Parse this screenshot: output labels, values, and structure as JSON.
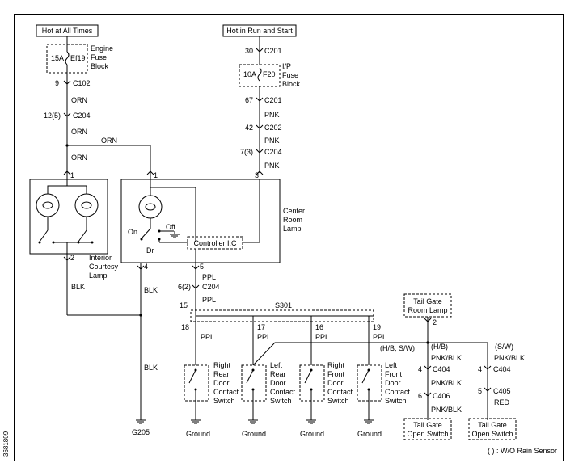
{
  "labels": {
    "hot_all_times": "Hot at All Times",
    "hot_run_start": "Hot in Run and Start",
    "fuse_ef19": "Ef19",
    "fuse_15a": "15A",
    "engine_fuse_block_1": "Engine",
    "engine_fuse_block_2": "Fuse",
    "engine_fuse_block_3": "Block",
    "fuse_f20": "F20",
    "fuse_10a": "10A",
    "ip_fuse_block_1": "I/P",
    "ip_fuse_block_2": "Fuse",
    "ip_fuse_block_3": "Block",
    "pin9": "9",
    "c102": "C102",
    "orn1": "ORN",
    "pin12": "12(5)",
    "c204a": "C204",
    "orn2": "ORN",
    "orn3": "ORN",
    "orn_top": "ORN",
    "pin30": "30",
    "c201a": "C201",
    "pin67": "67",
    "c201b": "C201",
    "pnk1": "PNK",
    "pin42": "42",
    "c202": "C202",
    "pnk2": "PNK",
    "pin7": "7(3)",
    "c204b": "C204",
    "pnk3": "PNK",
    "pin1a": "1",
    "pin1b": "1",
    "pin3": "3",
    "center_room_1": "Center",
    "center_room_2": "Room",
    "center_room_3": "Lamp",
    "on": "On",
    "off": "Off",
    "dr": "Dr",
    "controller": "Controller I.C",
    "pin2": "2",
    "pin4": "4",
    "pin5": "5",
    "courtesy_1": "Interior",
    "courtesy_2": "Courtesy",
    "courtesy_3": "Lamp",
    "blk1": "BLK",
    "blk2": "BLK",
    "blk3": "BLK",
    "ppl1": "PPL",
    "pin6": "6(2)",
    "c204c": "C204",
    "ppl2": "PPL",
    "pin15": "15",
    "s301": "S301",
    "pin18": "18",
    "pin17": "17",
    "pin16": "16",
    "pin19": "19",
    "ppl_a": "PPL",
    "ppl_b": "PPL",
    "ppl_c": "PPL",
    "ppl_d": "PPL",
    "tailgate_room_1": "Tail Gate",
    "tailgate_room_2": "Room Lamp",
    "pin2b": "2",
    "hb_sw": "(H/B, S/W)",
    "hb": "(H/B)",
    "sw": "(S/W)",
    "pnkblk1": "PNK/BLK",
    "pnkblk2": "PNK/BLK",
    "pnkblk3": "PNK/BLK",
    "pnkblk4": "PNK/BLK",
    "pin4b": "4",
    "c404a": "C404",
    "pin4c": "4",
    "c404b": "C404",
    "pin6b": "6",
    "c406": "C406",
    "pin5b": "5",
    "c405": "C405",
    "red": "RED",
    "rr_1": "Right",
    "rr_2": "Rear",
    "rr_3": "Door",
    "rr_4": "Contact",
    "rr_5": "Switch",
    "lr_1": "Left",
    "lr_2": "Rear",
    "lr_3": "Door",
    "lr_4": "Contact",
    "lr_5": "Switch",
    "rf_1": "Right",
    "rf_2": "Front",
    "rf_3": "Door",
    "rf_4": "Contact",
    "rf_5": "Switch",
    "lf_1": "Left",
    "lf_2": "Front",
    "lf_3": "Door",
    "lf_4": "Contact",
    "lf_5": "Switch",
    "tg_open_1a": "Tail Gate",
    "tg_open_1b": "Open Switch",
    "tg_open_2a": "Tail Gate",
    "tg_open_2b": "Open Switch",
    "g205": "G205",
    "ground1": "Ground",
    "ground2": "Ground",
    "ground3": "Ground",
    "ground4": "Ground",
    "footnote": "( ) : W/O Rain Sensor",
    "side_code": "3681809"
  }
}
